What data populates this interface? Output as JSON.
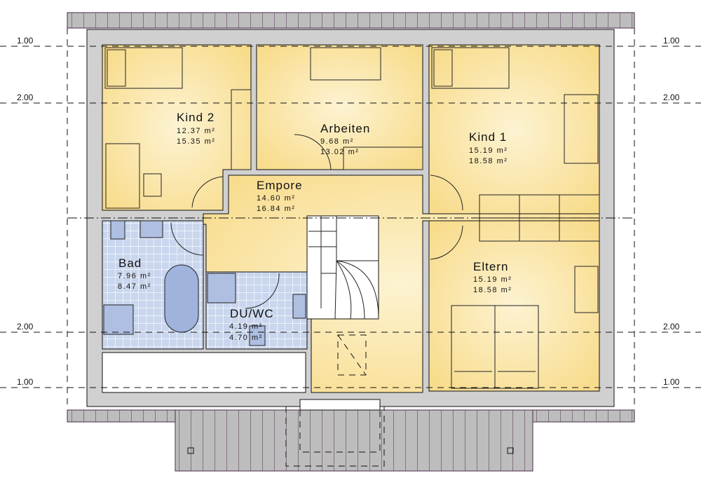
{
  "plan": {
    "levels_left": [
      "1.00",
      "2.00",
      "2.00",
      "1.00"
    ],
    "levels_right": [
      "1.00",
      "2.00",
      "2.00",
      "1.00"
    ],
    "rooms": [
      {
        "name": "Kind 2",
        "area1": "12.37 m²",
        "area2": "15.35 m²"
      },
      {
        "name": "Arbeiten",
        "area1": "9.68 m²",
        "area2": "13.02 m²"
      },
      {
        "name": "Kind 1",
        "area1": "15.19 m²",
        "area2": "18.58 m²"
      },
      {
        "name": "Empore",
        "area1": "14.60 m²",
        "area2": "16.84 m²"
      },
      {
        "name": "Bad",
        "area1": "7.96 m²",
        "area2": "8.47 m²"
      },
      {
        "name": "DU/WC",
        "area1": "4.19 m²",
        "area2": "4.70 m²"
      },
      {
        "name": "Eltern",
        "area1": "15.19 m²",
        "area2": "18.58 m²"
      }
    ],
    "colors": {
      "room": "#fbe7a6",
      "room_light": "#fdf3d2",
      "tile": "#c9d6ee",
      "wall": "#d0d0d0",
      "roof": "#bdbdbd"
    }
  }
}
